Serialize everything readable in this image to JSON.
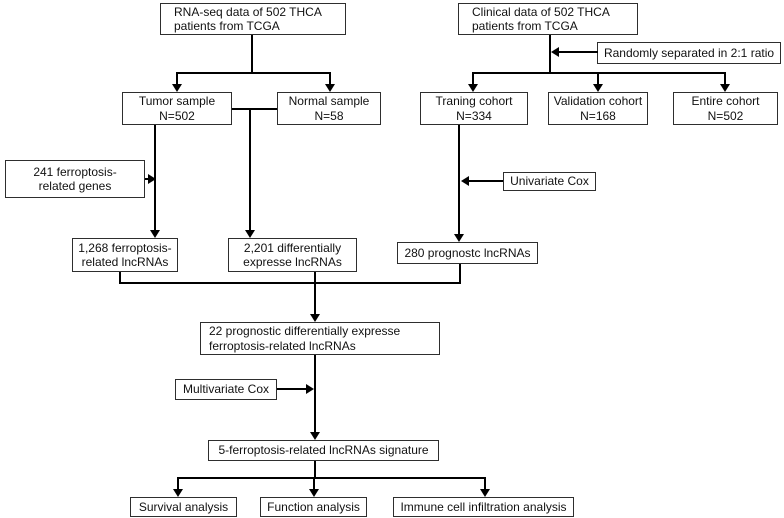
{
  "figure": {
    "type": "flowchart",
    "colors": {
      "background": "#ffffff",
      "line": "#000000",
      "box_border": "#2e2e2e",
      "text": "#111111"
    },
    "boxes": {
      "rnaseq": {
        "text": "RNA-seq data of 502 THCA\npatients from TCGA"
      },
      "clinical": {
        "text": "Clinical data of 502 THCA\npatients from TCGA"
      },
      "random_split": {
        "text": "Randomly separated in 2:1 ratio"
      },
      "tumor": {
        "text": "Tumor sample\nN=502"
      },
      "normal": {
        "text": "Normal sample\nN=58"
      },
      "training": {
        "text": "Traning cohort\nN=334"
      },
      "validation": {
        "text": "Validation cohort\nN=168"
      },
      "entire": {
        "text": "Entire cohort\nN=502"
      },
      "genes241": {
        "text": "241 ferroptosis-\nrelated genes"
      },
      "univariate": {
        "text": "Univariate Cox"
      },
      "lnc1268": {
        "text": "1,268 ferroptosis-\nrelated lncRNAs"
      },
      "lnc2201": {
        "text": "2,201 differentially\nexpresse lncRNAs"
      },
      "prog280": {
        "text": "280 prognostc lncRNAs"
      },
      "prog22": {
        "text": "22 prognostic differentially expresse\nferroptosis-related lncRNAs"
      },
      "multivariate": {
        "text": "Multivariate Cox"
      },
      "signature5": {
        "text": "5-ferroptosis-related lncRNAs signature"
      },
      "survival": {
        "text": "Survival analysis"
      },
      "function": {
        "text": "Function analysis"
      },
      "immune": {
        "text": "Immune cell infiltration analysis"
      }
    }
  }
}
